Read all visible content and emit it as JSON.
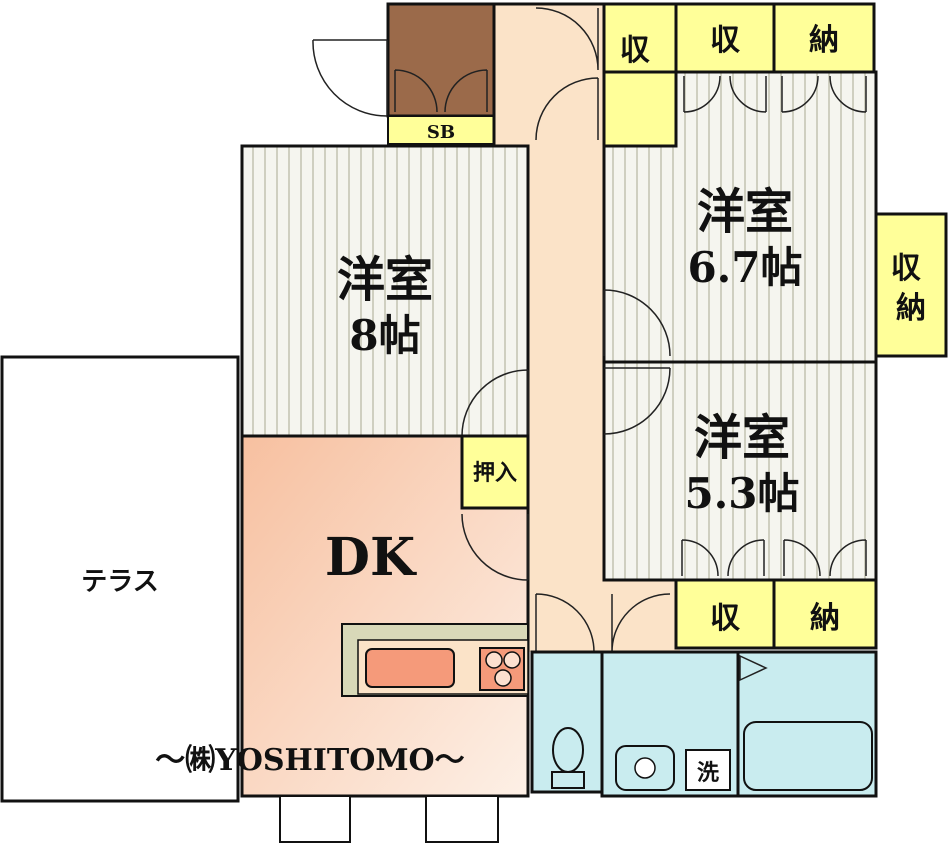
{
  "rooms": {
    "western_8": {
      "name": "洋室",
      "size": "8帖"
    },
    "western_6_7": {
      "name": "洋室",
      "size": "6.7帖"
    },
    "western_5_3": {
      "name": "洋室",
      "size": "5.3帖"
    },
    "dk": {
      "name": "DK"
    },
    "terrace": {
      "name": "テラス"
    }
  },
  "storage": {
    "shunou_entrance": "収納",
    "shu_top": "収",
    "nou_top": "納",
    "shunou_side": "収納",
    "oshiire": "押入",
    "shu_bottom": "収",
    "nou_bottom": "納",
    "sb": "SB"
  },
  "fixtures": {
    "washer": "洗"
  },
  "watermark": "～㈱YOSHITOMO～",
  "colors": {
    "hall": "#fbe3c8",
    "storage": "#ffff99",
    "entrance": "#9b6a4a",
    "dk": "#f9c9a8",
    "wet": "#c9ecef",
    "room_bg": "#f5f5ef",
    "room_stripe": "#cfcfc0",
    "kitchen_counter": "#d8d8b8",
    "sink": "#f59a7a"
  }
}
